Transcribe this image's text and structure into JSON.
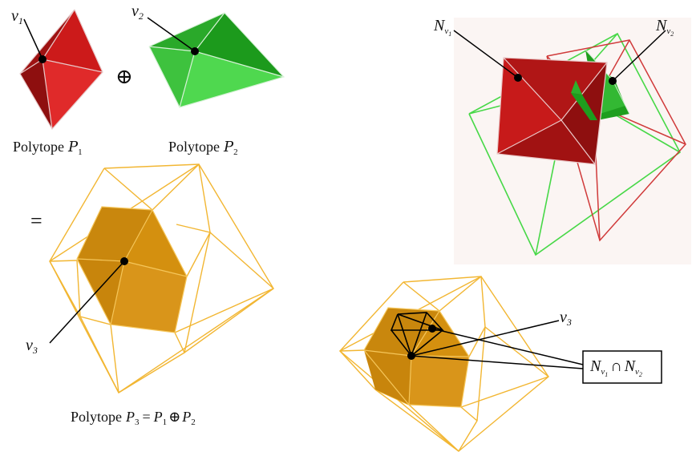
{
  "labels": {
    "v1": "v",
    "v1_sub": "1",
    "v2": "v",
    "v2_sub": "2",
    "v3": "v",
    "v3_sub": "3",
    "v3_right": "v",
    "v3_right_sub": "3",
    "plus": "⊕",
    "equals": "=",
    "poly1_caption_word": "Polytope",
    "poly1_caption_sym": "P",
    "poly1_caption_sub": "1",
    "poly2_caption_word": "Polytope",
    "poly2_caption_sym": "P",
    "poly2_caption_sub": "2",
    "poly3_caption_word": "Polytope",
    "poly3_caption_sym": "P",
    "poly3_caption_sub": "3",
    "poly3_eq": "=",
    "poly3_p1": "P",
    "poly3_p1_sub": "1",
    "poly3_plus": "⊕",
    "poly3_p2": "P",
    "poly3_p2_sub": "2",
    "nv1": "N",
    "nv1_sub": "v",
    "nv1_subsub": "1",
    "nv2": "N",
    "nv2_sub": "v",
    "nv2_subsub": "2",
    "inter_n1": "N",
    "inter_n1_sub": "v",
    "inter_n1_subsub": "1",
    "inter_cap": "∩",
    "inter_n2": "N",
    "inter_n2_sub": "v",
    "inter_n2_subsub": "2"
  },
  "colors": {
    "red_dark": "#8e0f0f",
    "red_mid": "#c01616",
    "red_light": "#e02a2a",
    "green_dark": "#1c9a1c",
    "green_mid": "#30bb30",
    "green_light": "#4fd84f",
    "orange_face": "#d4900f",
    "orange_dark": "#b87a0a",
    "orange_wire": "#f2b632",
    "panel_bg": "#fbf5f3"
  }
}
